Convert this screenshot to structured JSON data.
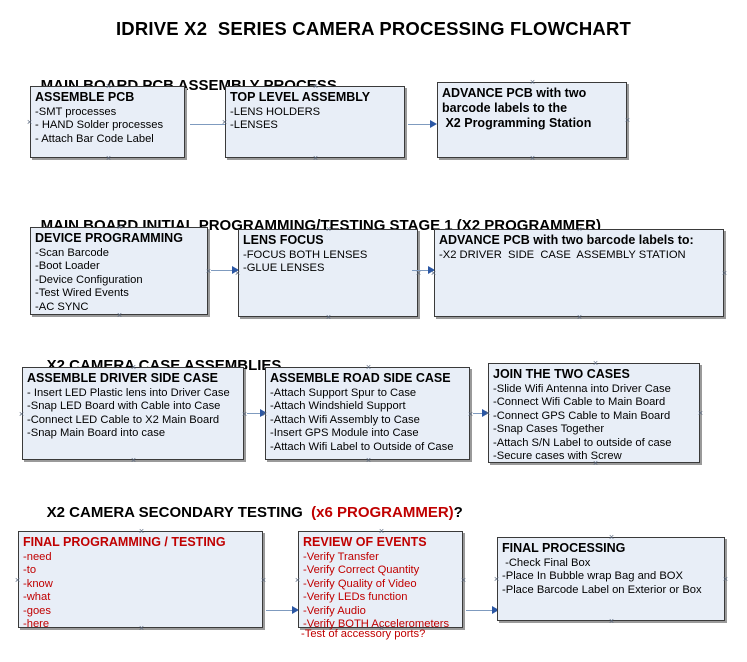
{
  "document": {
    "title": "IDRIVE X2  SERIES CAMERA PROCESSING FLOWCHART"
  },
  "sections": [
    {
      "id": "sec1",
      "label": "MAIN BOARD PCB ASSEMBLY PROCESS",
      "accent": "",
      "tail": ""
    },
    {
      "id": "sec2",
      "label": "MAIN BOARD INITIAL PROGRAMMING/TESTING STAGE 1 (X2 PROGRAMMER)",
      "accent": "",
      "tail": ""
    },
    {
      "id": "sec3",
      "label": "X2 CAMERA CASE ASSEMBLIES",
      "accent": "",
      "tail": ""
    },
    {
      "id": "sec4",
      "label": "X2 CAMERA SECONDARY TESTING  ",
      "accent": "(x6 PROGRAMMER)",
      "tail": "?"
    }
  ],
  "nodes": {
    "assemble_pcb": {
      "title": "ASSEMBLE PCB",
      "lines": [
        "-SMT processes",
        "- HAND Solder processes",
        "- Attach Bar Code Label"
      ]
    },
    "top_level_assembly": {
      "title": "TOP LEVEL ASSEMBLY",
      "lines": [
        "-LENS HOLDERS",
        "-LENSES"
      ]
    },
    "advance_pcb_1": {
      "title": "",
      "lines": [
        "ADVANCE PCB with two",
        "barcode labels to the",
        " X2 Programming Station"
      ]
    },
    "device_programming": {
      "title": "DEVICE PROGRAMMING",
      "lines": [
        "-Scan Barcode",
        "-Boot Loader",
        "-Device Configuration",
        "-Test Wired Events",
        "-AC SYNC"
      ]
    },
    "lens_focus": {
      "title": "LENS FOCUS",
      "lines": [
        "-FOCUS BOTH LENSES",
        "-GLUE LENSES"
      ]
    },
    "advance_pcb_2": {
      "title": "ADVANCE PCB with two barcode labels to:",
      "lines": [
        "-X2 DRIVER  SIDE  CASE  ASSEMBLY STATION"
      ]
    },
    "assemble_driver_side_case": {
      "title": "ASSEMBLE DRIVER SIDE CASE",
      "lines": [
        "- Insert LED Plastic lens into Driver Case",
        "-Snap LED Board with Cable into Case",
        "-Connect LED Cable to X2 Main Board",
        "-Snap Main Board into case"
      ]
    },
    "assemble_road_side_case": {
      "title": "ASSEMBLE ROAD SIDE CASE",
      "lines": [
        "-Attach Support Spur to Case",
        "-Attach Windshield Support",
        "-Attach Wifi Assembly to Case",
        "-Insert GPS Module into Case",
        "-Attach Wifi Label to Outside of Case"
      ]
    },
    "join_the_two_cases": {
      "title": "JOIN THE TWO CASES",
      "lines": [
        "-Slide Wifi Antenna into Driver Case",
        "-Connect Wifi Cable to Main Board",
        "-Connect GPS Cable to Main Board",
        "-Snap Cases Together",
        "-Attach S/N Label to outside of case",
        "-Secure cases with Screw"
      ]
    },
    "final_programming_testing": {
      "title": "FINAL PROGRAMMING / TESTING",
      "lines": [
        "-need",
        "-to",
        "-know",
        "-what",
        "-goes",
        "-here"
      ]
    },
    "review_of_events": {
      "title": "REVIEW OF EVENTS",
      "lines": [
        "-Verify Transfer",
        "-Verify Correct Quantity",
        "-Verify Quality of Video",
        "-Verify LEDs function",
        "-Verify Audio",
        "-Verify BOTH Accelerometers"
      ],
      "overflow_line": "-Test of accessory ports?"
    },
    "final_processing": {
      "title": "FINAL PROCESSING",
      "lines": [
        " -Check Final Box",
        "-Place In Bubble wrap Bag and BOX",
        "-Place Barcode Label on Exterior or Box"
      ]
    }
  },
  "colors": {
    "node_fill": "#e8eef7",
    "node_border": "#3a3a3a",
    "connector": "#7f9bbf",
    "arrow": "#2b57a4",
    "accent_red": "#c00000",
    "text": "#000000"
  }
}
